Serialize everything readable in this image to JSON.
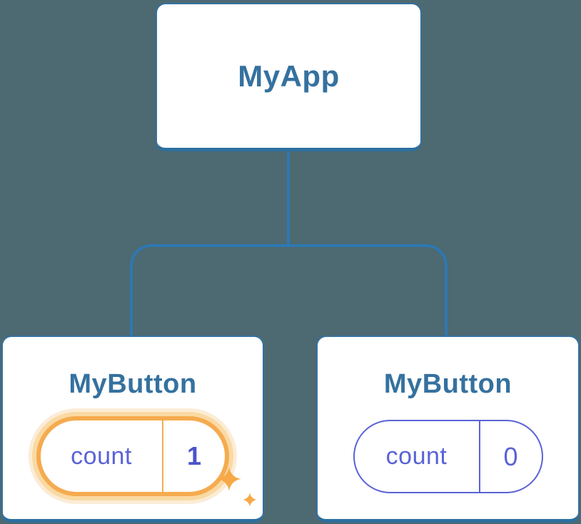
{
  "colors": {
    "background": "#4d6971",
    "connector": "#2e78b2",
    "card_border": "#35719f",
    "card_bg": "#ffffff",
    "title_text": "#35719f",
    "state_text": "#5a63d6",
    "state_value_highlight": "#4b53cb",
    "highlight_ring": "#f5ab4f",
    "highlight_glow": "#fad9a3",
    "sparkle": "#f7a947"
  },
  "tree": {
    "root": {
      "label": "MyApp"
    },
    "children": [
      {
        "label": "MyButton",
        "state": {
          "key": "count",
          "value": "1"
        },
        "highlighted": true
      },
      {
        "label": "MyButton",
        "state": {
          "key": "count",
          "value": "0"
        },
        "highlighted": false
      }
    ]
  }
}
